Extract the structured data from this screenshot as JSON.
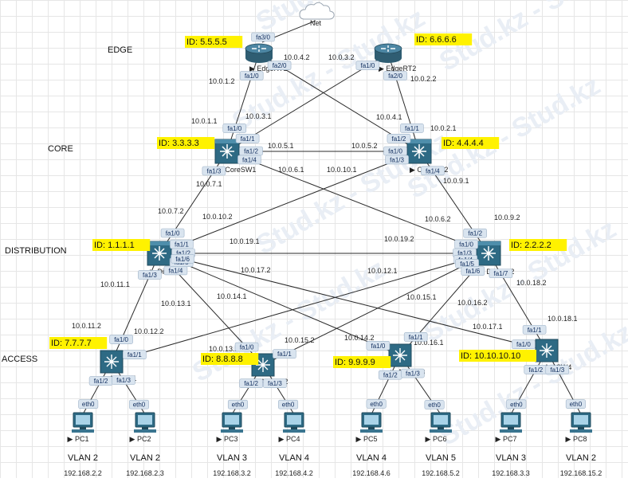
{
  "sections": {
    "edge": "EDGE",
    "core": "CORE",
    "distribution": "DISTRIBUTION",
    "access": "ACCESS"
  },
  "cloud": {
    "name": "Net",
    "port": "fa3/0"
  },
  "devices": {
    "EdgeRT1": {
      "name": "EdgeRT1",
      "id": "ID: 5.5.5.5"
    },
    "EdgeRT2": {
      "name": "EdgeRT2",
      "id": "ID: 6.6.6.6"
    },
    "CoreSW1": {
      "name": "CoreSW1",
      "id": "ID: 3.3.3.3"
    },
    "CoreSW2": {
      "name": "CoreSW2",
      "id": "ID: 4.4.4.4"
    },
    "DistSW1": {
      "name": "DistSW1",
      "id": "ID: 1.1.1.1"
    },
    "DistSW2": {
      "name": "DistSW2",
      "id": "ID: 2.2.2.2"
    },
    "AccSW1": {
      "name": "AccSW1",
      "id": "ID: 7.7.7.7"
    },
    "AccSW2": {
      "name": "AccSW2",
      "id": "ID: 8.8.8.8"
    },
    "AccSW3": {
      "name": "AccSW3",
      "id": "ID: 9.9.9.9"
    },
    "AccSW4": {
      "name": "AccSW4",
      "id": "ID: 10.10.10.10"
    }
  },
  "links": [
    {
      "a": "EdgeRT1",
      "b": "CoreSW1",
      "a_port": "fa1/0",
      "b_port": "fa1/0",
      "a_ip": "10.0.1.2",
      "b_ip": "10.0.1.1"
    },
    {
      "a": "EdgeRT1",
      "b": "CoreSW2",
      "a_port": "fa2/0",
      "b_port": "fa1/2",
      "a_ip": "10.0.4.2",
      "b_ip": "10.0.4.1"
    },
    {
      "a": "EdgeRT2",
      "b": "CoreSW1",
      "a_port": "fa1/0",
      "b_port": "fa1/1",
      "a_ip": "10.0.3.2",
      "b_ip": "10.0.3.1"
    },
    {
      "a": "EdgeRT2",
      "b": "CoreSW2",
      "a_port": "fa2/0",
      "b_port": "fa1/1",
      "a_ip": "10.0.2.2",
      "b_ip": "10.0.2.1"
    },
    {
      "a": "CoreSW1",
      "b": "CoreSW2",
      "a_port": "fa1/2",
      "b_port": "fa1/0",
      "a_ip": "10.0.5.1",
      "b_ip": "10.0.5.2"
    },
    {
      "a": "CoreSW1",
      "b": "DistSW1",
      "a_port": "fa1/3",
      "b_port": "fa1/0",
      "a_ip": "10.0.7.1",
      "b_ip": "10.0.7.2"
    },
    {
      "a": "CoreSW1",
      "b": "DistSW2",
      "a_port": "fa1/4",
      "b_port": "fa1/0",
      "a_ip": "10.0.6.1",
      "b_ip": "10.0.6.2"
    },
    {
      "a": "CoreSW2",
      "b": "DistSW1",
      "a_port": "fa1/3",
      "b_port": "fa1/1",
      "a_ip": "10.0.10.1",
      "b_ip": "10.0.10.2"
    },
    {
      "a": "CoreSW2",
      "b": "DistSW2",
      "a_port": "fa1/4",
      "b_port": "fa1/2",
      "a_ip": "10.0.9.1",
      "b_ip": "10.0.9.2"
    },
    {
      "a": "DistSW1",
      "b": "DistSW2",
      "a_port": "fa1/2",
      "b_port": "fa1/3",
      "a_ip": "10.0.19.1",
      "b_ip": "10.0.19.2"
    },
    {
      "a": "DistSW1",
      "b": "AccSW1",
      "a_port": "fa1/3",
      "b_port": "fa1/0",
      "a_ip": "10.0.11.1",
      "b_ip": "10.0.11.2"
    },
    {
      "a": "DistSW1",
      "b": "AccSW2",
      "a_port": "fa1/4",
      "b_port": "fa1/0",
      "a_ip": "10.0.13.1",
      "b_ip": "10.0.13.2"
    },
    {
      "a": "DistSW1",
      "b": "AccSW3",
      "a_port": "fa1/5",
      "b_port": "fa1/0",
      "a_ip": "10.0.14.1",
      "b_ip": "10.0.14.2"
    },
    {
      "a": "DistSW1",
      "b": "AccSW4",
      "a_port": "fa1/6",
      "b_port": "fa1/0",
      "a_ip": "10.0.17.2",
      "b_ip": "10.0.17.1"
    },
    {
      "a": "DistSW2",
      "b": "AccSW1",
      "a_port": "fa1/4",
      "b_port": "fa1/1",
      "a_ip": "10.0.12.1",
      "b_ip": "10.0.12.2"
    },
    {
      "a": "DistSW2",
      "b": "AccSW2",
      "a_port": "fa1/5",
      "b_port": "fa1/1",
      "a_ip": "10.0.15.1",
      "b_ip": "10.0.15.2"
    },
    {
      "a": "DistSW2",
      "b": "AccSW3",
      "a_port": "fa1/6",
      "b_port": "fa1/1",
      "a_ip": "10.0.16.2",
      "b_ip": "10.0.16.1"
    },
    {
      "a": "DistSW2",
      "b": "AccSW4",
      "a_port": "fa1/7",
      "b_port": "fa1/1",
      "a_ip": "10.0.18.2",
      "b_ip": "10.0.18.1"
    }
  ],
  "pcs": [
    {
      "name": "PC1",
      "switch": "AccSW1",
      "sw_port": "fa1/2",
      "nic": "eth0",
      "vlan": "VLAN 2",
      "ip": "192.168.2.2"
    },
    {
      "name": "PC2",
      "switch": "AccSW1",
      "sw_port": "fa1/3",
      "nic": "eth0",
      "vlan": "VLAN 2",
      "ip": "192.168.2.3"
    },
    {
      "name": "PC3",
      "switch": "AccSW2",
      "sw_port": "fa1/2",
      "nic": "eth0",
      "vlan": "VLAN 3",
      "ip": "192.168.3.2"
    },
    {
      "name": "PC4",
      "switch": "AccSW2",
      "sw_port": "fa1/3",
      "nic": "eth0",
      "vlan": "VLAN 4",
      "ip": "192.168.4.2"
    },
    {
      "name": "PC5",
      "switch": "AccSW3",
      "sw_port": "fa1/2",
      "nic": "eth0",
      "vlan": "VLAN 4",
      "ip": "192.168.4.6"
    },
    {
      "name": "PC6",
      "switch": "AccSW3",
      "sw_port": "fa1/3",
      "nic": "eth0",
      "vlan": "VLAN 5",
      "ip": "192.168.5.2"
    },
    {
      "name": "PC7",
      "switch": "AccSW4",
      "sw_port": "fa1/2",
      "nic": "eth0",
      "vlan": "VLAN 3",
      "ip": "192.168.3.3"
    },
    {
      "name": "PC8",
      "switch": "AccSW4",
      "sw_port": "fa1/3",
      "nic": "eth0",
      "vlan": "VLAN 2",
      "ip": "192.168.15.2"
    }
  ],
  "colors": {
    "link": "#2b2b2b",
    "router": "#3f6f86",
    "switch": "#2e6a84",
    "highlight": "#fff200",
    "port_fill": "#d9e4ef"
  },
  "watermark": "Stud.kz"
}
